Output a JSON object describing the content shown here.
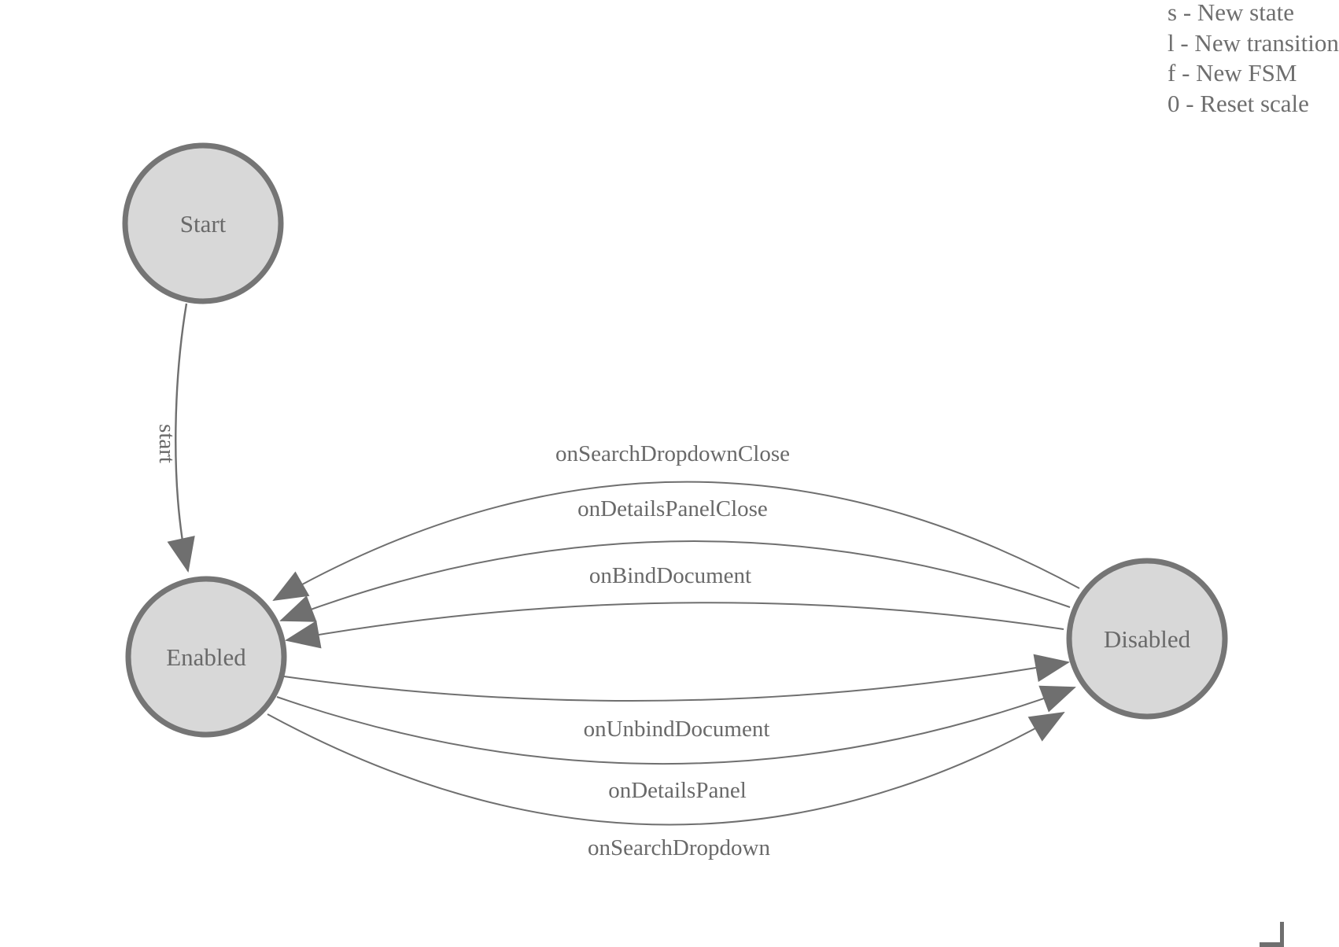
{
  "shortcuts": {
    "lines": [
      "s - New state",
      "l - New transition",
      "f - New FSM",
      "0 - Reset scale"
    ]
  },
  "fsm": {
    "states": [
      {
        "label": "Start"
      },
      {
        "label": "Enabled"
      },
      {
        "label": "Disabled"
      }
    ],
    "transitions": [
      {
        "from": "Start",
        "to": "Enabled",
        "label": "start"
      },
      {
        "from": "Disabled",
        "to": "Enabled",
        "label": "onSearchDropdownClose"
      },
      {
        "from": "Disabled",
        "to": "Enabled",
        "label": "onDetailsPanelClose"
      },
      {
        "from": "Disabled",
        "to": "Enabled",
        "label": "onBindDocument"
      },
      {
        "from": "Enabled",
        "to": "Disabled",
        "label": "onUnbindDocument"
      },
      {
        "from": "Enabled",
        "to": "Disabled",
        "label": "onDetailsPanel"
      },
      {
        "from": "Enabled",
        "to": "Disabled",
        "label": "onSearchDropdown"
      }
    ]
  },
  "colors": {
    "node_fill": "#d8d8d8",
    "node_stroke": "#757575",
    "edge_stroke": "#6f6f6f",
    "label_text": "#696969",
    "background": "#ffffff"
  }
}
